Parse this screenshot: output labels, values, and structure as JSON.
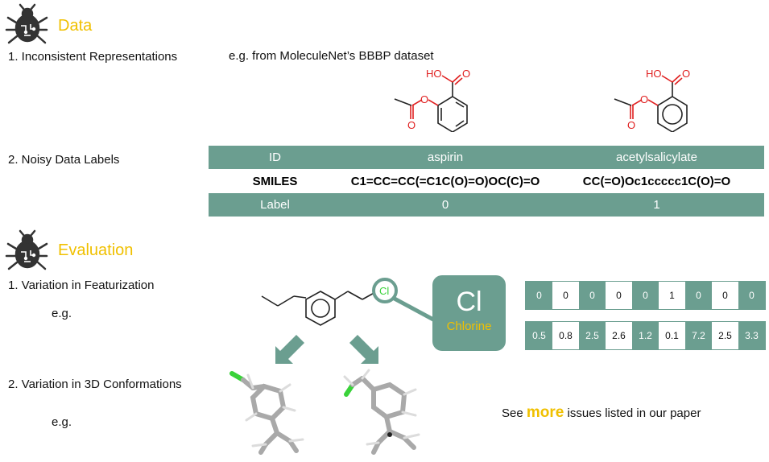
{
  "data_section": {
    "title": "Data",
    "item1": "1. Inconsistent Representations",
    "example_note": "e.g. from MoleculeNet’s BBBP dataset",
    "item2": "2. Noisy Data Labels",
    "molecule_labels": {
      "acid_group": "HO",
      "o": "O"
    },
    "table": {
      "id_label": "ID",
      "smiles_label": "SMILES",
      "label_label": "Label",
      "ids": [
        "aspirin",
        "acetylsalicylate"
      ],
      "smiles": [
        "C1=CC=CC(=C1C(O)=O)OC(C)=O",
        "CC(=O)Oc1ccccc1C(O)=O"
      ],
      "labels": [
        "0",
        "1"
      ]
    }
  },
  "evaluation_section": {
    "title": "Evaluation",
    "item1": "1. Variation in Featurization",
    "eg1": "e.g.",
    "item2": "2. Variation in 3D Conformations",
    "eg2": "e.g.",
    "zoom_atom": "Cl",
    "chlorine_symbol": "Cl",
    "chlorine_name": "Chlorine",
    "binary_vector": [
      "0",
      "0",
      "0",
      "0",
      "0",
      "1",
      "0",
      "0",
      "0"
    ],
    "float_vector": [
      "0.5",
      "0.8",
      "2.5",
      "2.6",
      "1.2",
      "0.1",
      "7.2",
      "2.5",
      "3.3"
    ],
    "see_prefix": "See",
    "see_more": "more",
    "see_suffix": "issues listed in our paper"
  },
  "colors": {
    "teal": "#6b9e90",
    "accent": "#f0c000",
    "oxygen": "#e02020",
    "chlorine": "#3ad23a"
  },
  "icons": [
    "bug-icon"
  ]
}
